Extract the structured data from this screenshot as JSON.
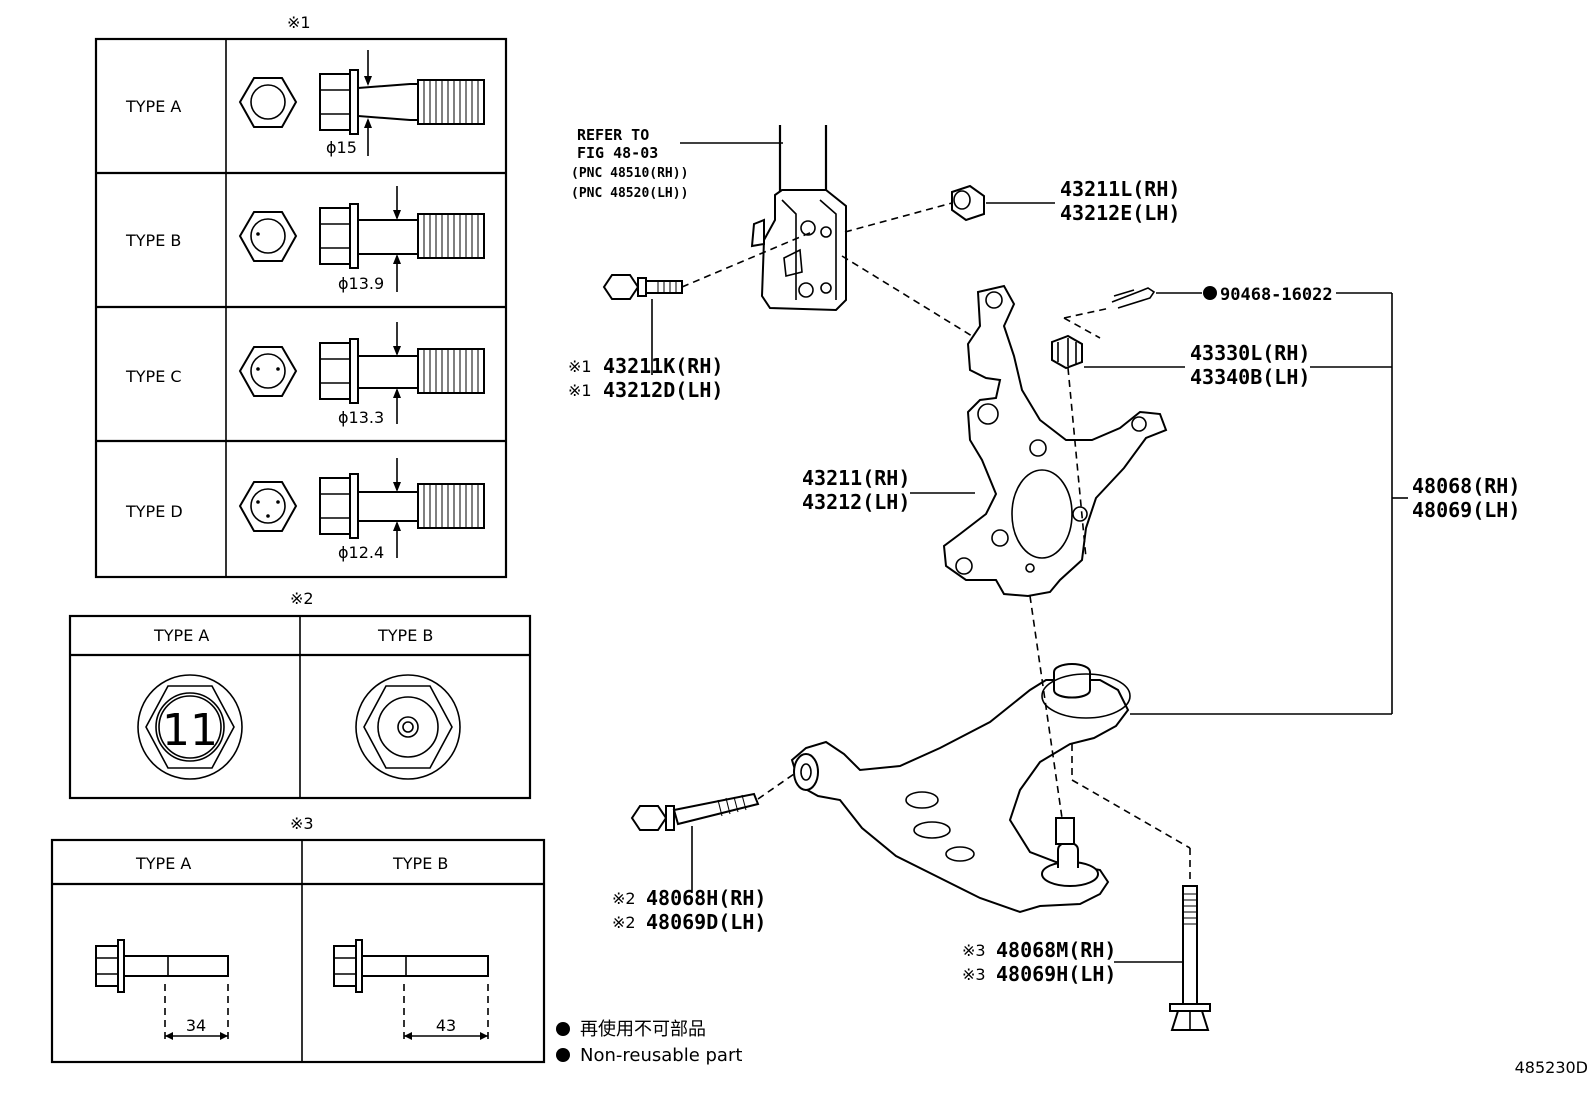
{
  "footnote_marks": {
    "note1": "※1",
    "note2": "※2",
    "note3": "※3"
  },
  "table1": {
    "rows": [
      {
        "type": "TYPE A",
        "dia": "ϕ15"
      },
      {
        "type": "TYPE B",
        "dia": "ϕ13.9"
      },
      {
        "type": "TYPE C",
        "dia": "ϕ13.3"
      },
      {
        "type": "TYPE D",
        "dia": "ϕ12.4"
      }
    ]
  },
  "table2": {
    "headers": [
      "TYPE A",
      "TYPE B"
    ],
    "nut_marking": "11"
  },
  "table3": {
    "headers": [
      "TYPE A",
      "TYPE B"
    ],
    "dims": [
      "34",
      "43"
    ]
  },
  "refer": {
    "line1": "REFER TO",
    "line2": "FIG 48-03",
    "line3": "(PNC 48510(RH))",
    "line4": "(PNC 48520(LH))"
  },
  "callouts": {
    "p43211L": "43211L(RH)",
    "p43212E": "43212E(LH)",
    "p43211K": "43211K(RH)",
    "p43212D": "43212D(LH)",
    "p90468": "90468-16022",
    "p43330L": "43330L(RH)",
    "p43340B": "43340B(LH)",
    "p43211": "43211(RH)",
    "p43212": "43212(LH)",
    "p48068": "48068(RH)",
    "p48069": "48069(LH)",
    "p48068H": "48068H(RH)",
    "p48069D": "48069D(LH)",
    "p48068M": "48068M(RH)",
    "p48069H": "48069H(LH)"
  },
  "legend": {
    "jp": "再使用不可部品",
    "en": "Non-reusable part"
  },
  "figure_id": "485230D"
}
